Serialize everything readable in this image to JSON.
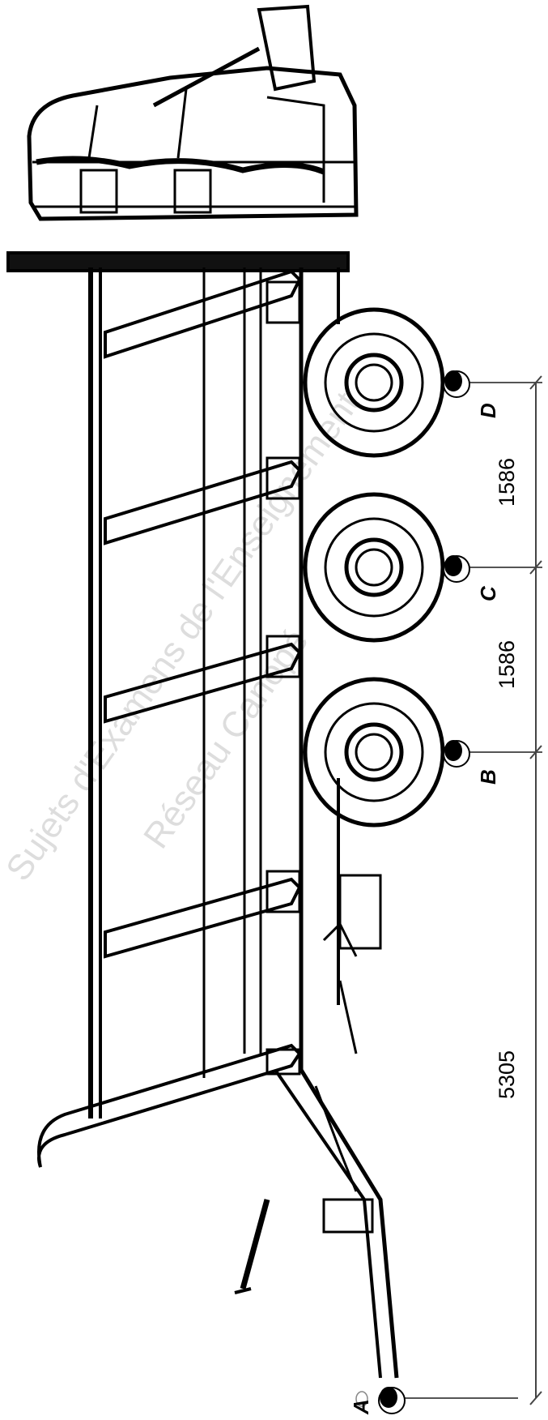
{
  "points": [
    "A",
    "B",
    "C",
    "D"
  ],
  "dimensions": [
    "5305",
    "1586",
    "1586"
  ],
  "watermark_lines": [
    "Sujets d'Examens de l'Enseignement",
    "Réseau Canopé"
  ]
}
